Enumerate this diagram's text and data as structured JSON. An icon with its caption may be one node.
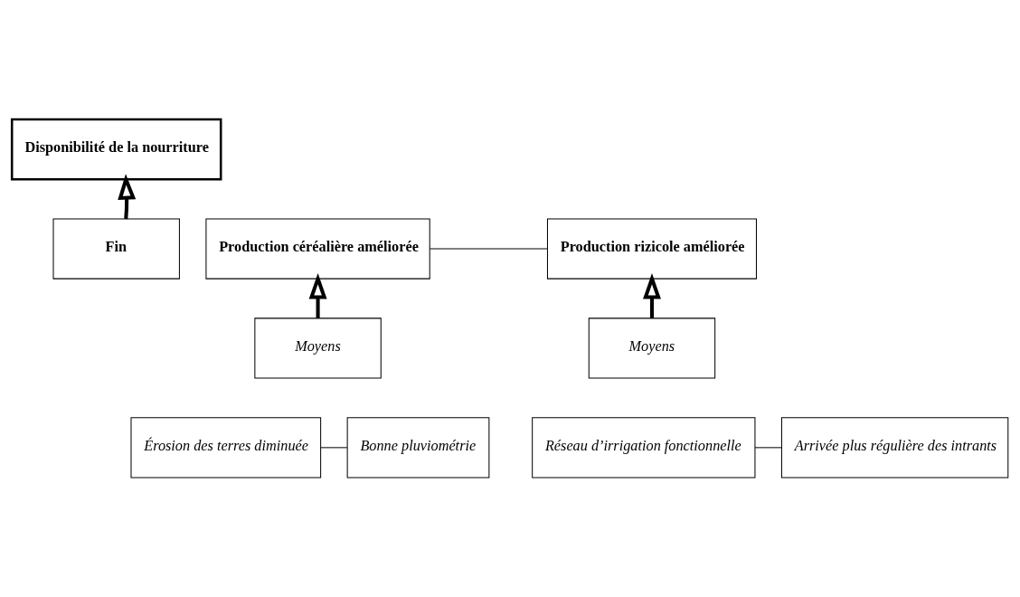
{
  "diagram": {
    "nodes": [
      {
        "text": [
          "Disponibilité de la nourriture"
        ]
      },
      {
        "text": [
          "Production céréalière améliorée"
        ]
      },
      {
        "text": [
          "Production rizicole améliorée"
        ]
      },
      {
        "text": [
          "Fin"
        ]
      },
      {
        "text": [
          "Moyens"
        ]
      },
      {
        "text": [
          "Érosion des terres diminuée"
        ]
      },
      {
        "text": [
          "Bonne pluviométrie"
        ]
      },
      {
        "text": [
          "Moyens"
        ]
      },
      {
        "text": [
          "Réseau d’irrigation fonctionnelle"
        ]
      },
      {
        "text": [
          "Arrivée plus régulière des intrants"
        ]
      }
    ],
    "edges": [
      {
        "from": 3,
        "to": 0,
        "arrow": "to",
        "style": "thick"
      },
      {
        "from": 1,
        "to": 2,
        "arrow": "none"
      },
      {
        "from": 4,
        "to": 1,
        "arrow": "to",
        "style": "thick"
      },
      {
        "from": 7,
        "to": 2,
        "arrow": "to",
        "style": "thick"
      },
      {
        "from": 5,
        "to": 6,
        "arrow": "none"
      },
      {
        "from": 8,
        "to": 9,
        "arrow": "none"
      }
    ]
  }
}
